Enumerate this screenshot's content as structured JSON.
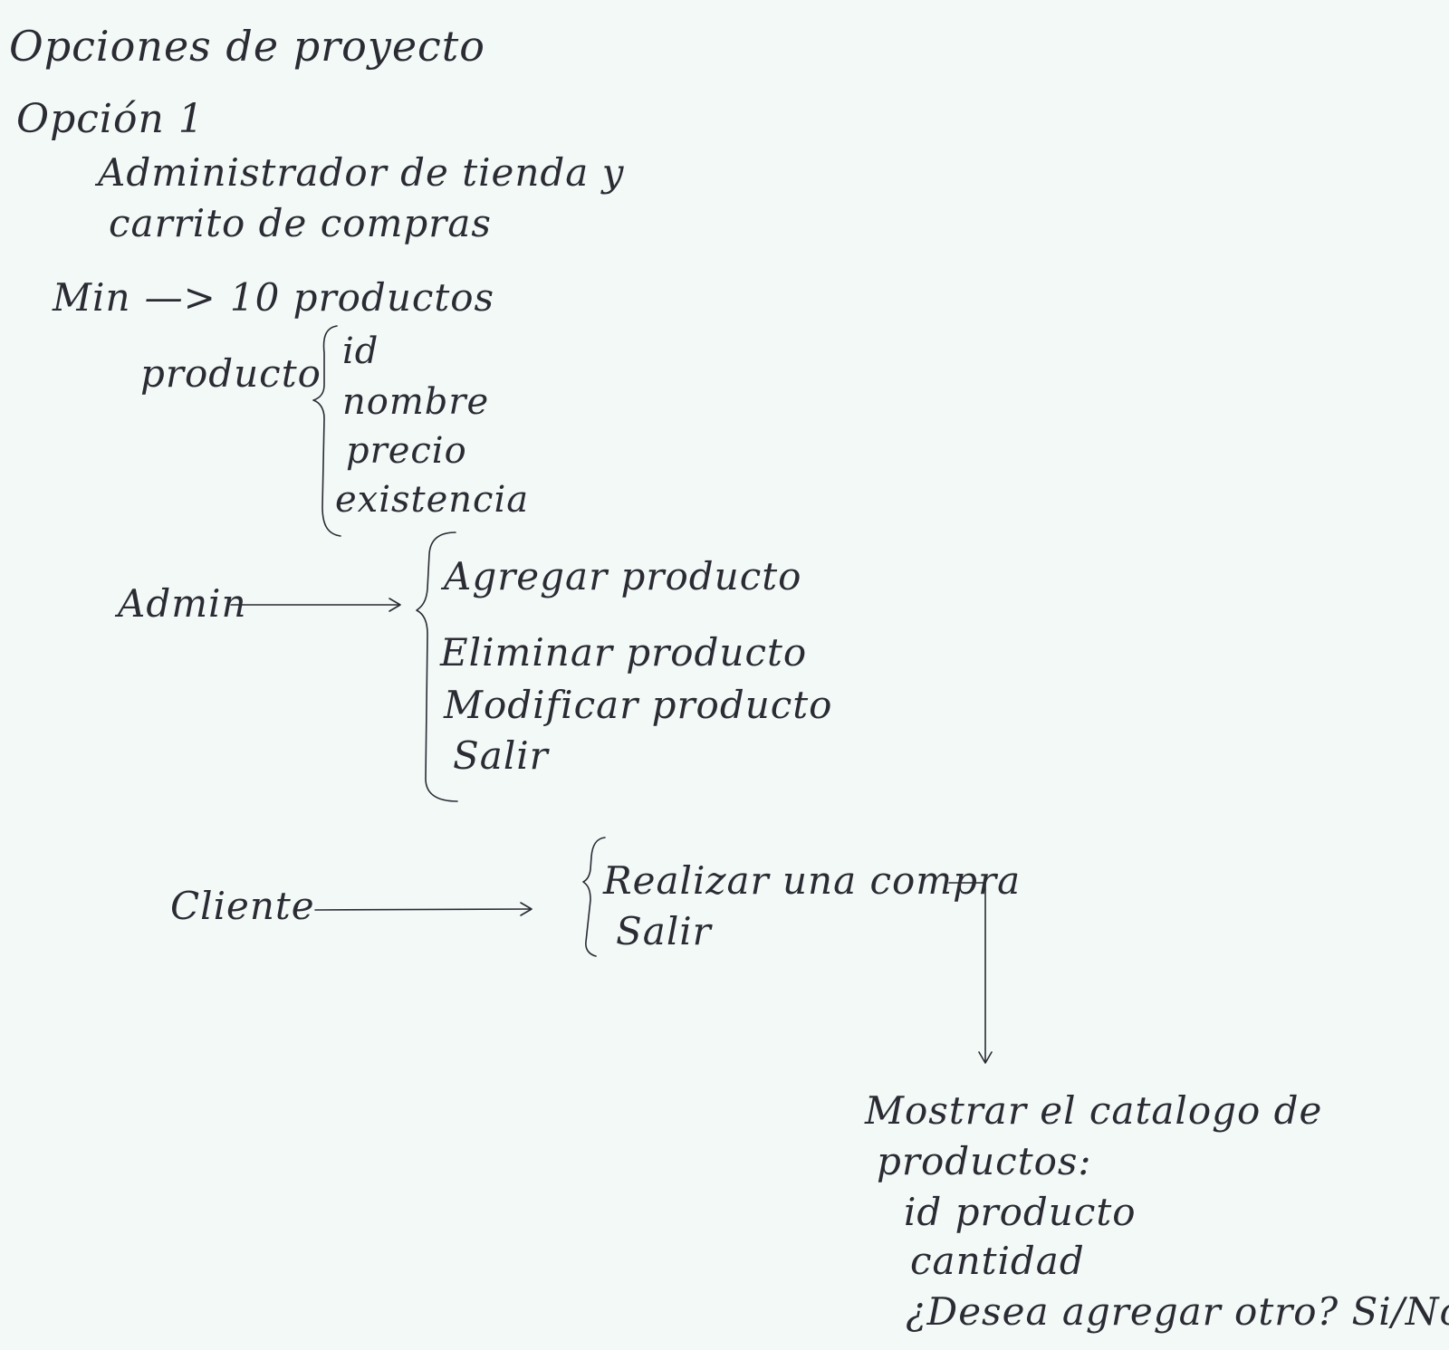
{
  "note": {
    "title": "Opciones de proyecto",
    "option_label": "Opción 1",
    "description_line1": "Administrador de tienda y",
    "description_line2": "carrito de compras",
    "minimum": {
      "label": "Min",
      "arrow": "—>",
      "value": "10 productos"
    },
    "product": {
      "label": "producto",
      "fields": [
        "id",
        "nombre",
        "precio",
        "existencia"
      ]
    },
    "admin": {
      "label": "Admin",
      "options": [
        "Agregar producto",
        "Eliminar producto",
        "Modificar producto",
        "Salir"
      ]
    },
    "client": {
      "label": "Cliente",
      "options": [
        "Realizar una compra",
        "Salir"
      ]
    },
    "purchase_flow": {
      "line1": "Mostrar el catalogo de",
      "line2": "productos:",
      "items": [
        "id producto",
        "cantidad",
        "¿Desea agregar otro? Si/No"
      ]
    }
  }
}
